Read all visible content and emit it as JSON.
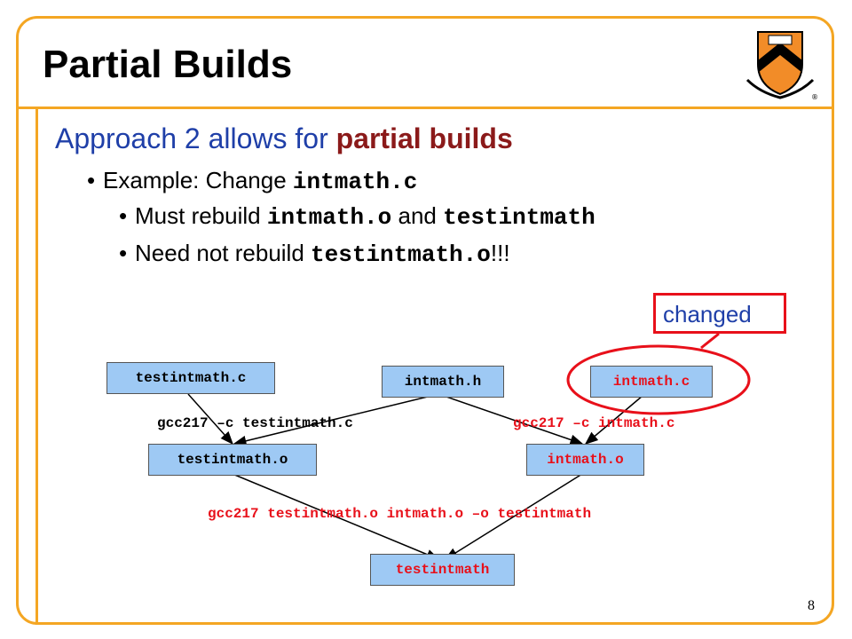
{
  "slide": {
    "title": "Partial Builds",
    "page_number": "8"
  },
  "content": {
    "level1_prefix": "Approach 2 allows for ",
    "level1_highlight": "partial builds",
    "b2_prefix": "Example: Change ",
    "b2_code": "intmath.c",
    "b3_prefix": "Must rebuild ",
    "b3_code1": "intmath.o",
    "b3_mid": " and ",
    "b3_code2": "testintmath",
    "b4_prefix": "Need not rebuild ",
    "b4_code": "testintmath.o",
    "b4_suffix": "!!!"
  },
  "callout": {
    "label": "changed"
  },
  "diagram": {
    "nodes": {
      "testintmath_c": "testintmath.c",
      "intmath_h": "intmath.h",
      "intmath_c": "intmath.c",
      "testintmath_o": "testintmath.o",
      "intmath_o": "intmath.o",
      "testintmath": "testintmath"
    },
    "commands": {
      "compile_test": "gcc217 –c testintmath.c",
      "compile_intmath": "gcc217 –c intmath.c",
      "link": "gcc217 testintmath.o intmath.o –o testintmath"
    }
  },
  "colors": {
    "frame": "#f4a623",
    "heading_blue": "#1f3fa8",
    "highlight": "#8b1a1a",
    "node_fill": "#9ec9f4",
    "changed_red": "#e8101a"
  }
}
